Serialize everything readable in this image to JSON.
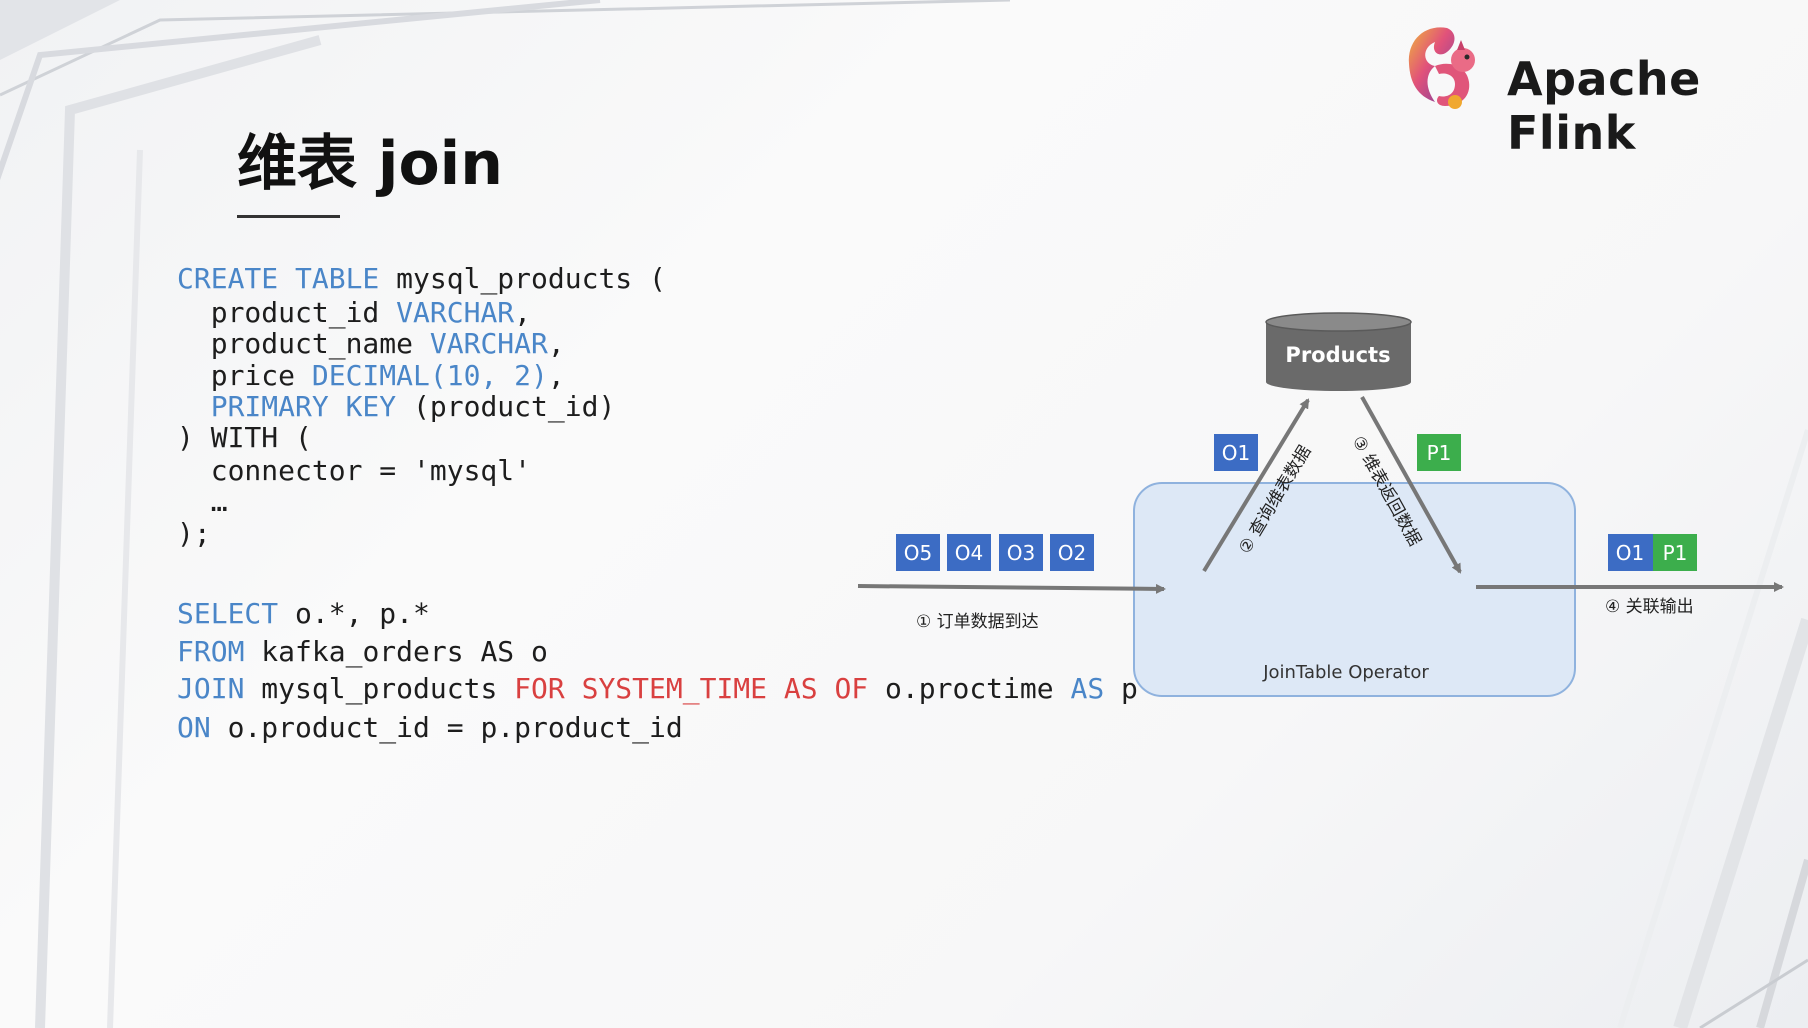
{
  "header": {
    "brand": "Apache Flink",
    "logo_icon": "flink-squirrel-logo"
  },
  "slide": {
    "title": "维表 join"
  },
  "code": {
    "ddl": [
      [
        {
          "t": "CREATE TABLE",
          "c": "kw"
        },
        {
          "t": " mysql_products (",
          "c": ""
        }
      ],
      [
        {
          "t": "  product_id ",
          "c": ""
        },
        {
          "t": "VARCHAR",
          "c": "kw"
        },
        {
          "t": ",",
          "c": ""
        }
      ],
      [
        {
          "t": "  product_name ",
          "c": ""
        },
        {
          "t": "VARCHAR",
          "c": "kw"
        },
        {
          "t": ",",
          "c": ""
        }
      ],
      [
        {
          "t": "  price ",
          "c": ""
        },
        {
          "t": "DECIMAL(10, 2)",
          "c": "kw"
        },
        {
          "t": ",",
          "c": ""
        }
      ],
      [
        {
          "t": "  ",
          "c": ""
        },
        {
          "t": "PRIMARY KEY",
          "c": "kw"
        },
        {
          "t": " (product_id)",
          "c": ""
        }
      ],
      [
        {
          "t": ") WITH (",
          "c": ""
        }
      ],
      [
        {
          "t": "  connector = 'mysql'",
          "c": ""
        }
      ],
      [
        {
          "t": "  …",
          "c": ""
        }
      ],
      [
        {
          "t": ");",
          "c": ""
        }
      ]
    ],
    "query": [
      [
        {
          "t": "SELECT",
          "c": "kw"
        },
        {
          "t": " o.*, p.*",
          "c": ""
        }
      ],
      [
        {
          "t": "FROM",
          "c": "kw"
        },
        {
          "t": " kafka_orders AS o",
          "c": ""
        }
      ],
      [
        {
          "t": "JOIN",
          "c": "kw"
        },
        {
          "t": " mysql_products ",
          "c": ""
        },
        {
          "t": "FOR SYSTEM_TIME AS OF",
          "c": "red"
        },
        {
          "t": " o.proctime ",
          "c": ""
        },
        {
          "t": "AS",
          "c": "kw"
        },
        {
          "t": " p",
          "c": ""
        }
      ],
      [
        {
          "t": "ON",
          "c": "kw"
        },
        {
          "t": " o.product_id = p.product_id",
          "c": ""
        }
      ]
    ]
  },
  "diagram": {
    "db_label": "Products",
    "operator_label": "JoinTable Operator",
    "queue": [
      "O5",
      "O4",
      "O3",
      "O2"
    ],
    "query_order": "O1",
    "returned_row": "P1",
    "output": [
      "O1",
      "P1"
    ],
    "step1": "① 订单数据到达",
    "step2": "② 查询维表数据",
    "step3": "③ 维表返回数据",
    "step4": "④ 关联输出",
    "colors": {
      "order_box": "#3c6cc4",
      "product_box": "#3cae4c",
      "arrow": "#777777",
      "operator_fill": "#dde8f6",
      "operator_border": "#8fb2de",
      "db": "#6a6a6a",
      "keyword": "#4a86c8",
      "highlight": "#d94040"
    }
  }
}
